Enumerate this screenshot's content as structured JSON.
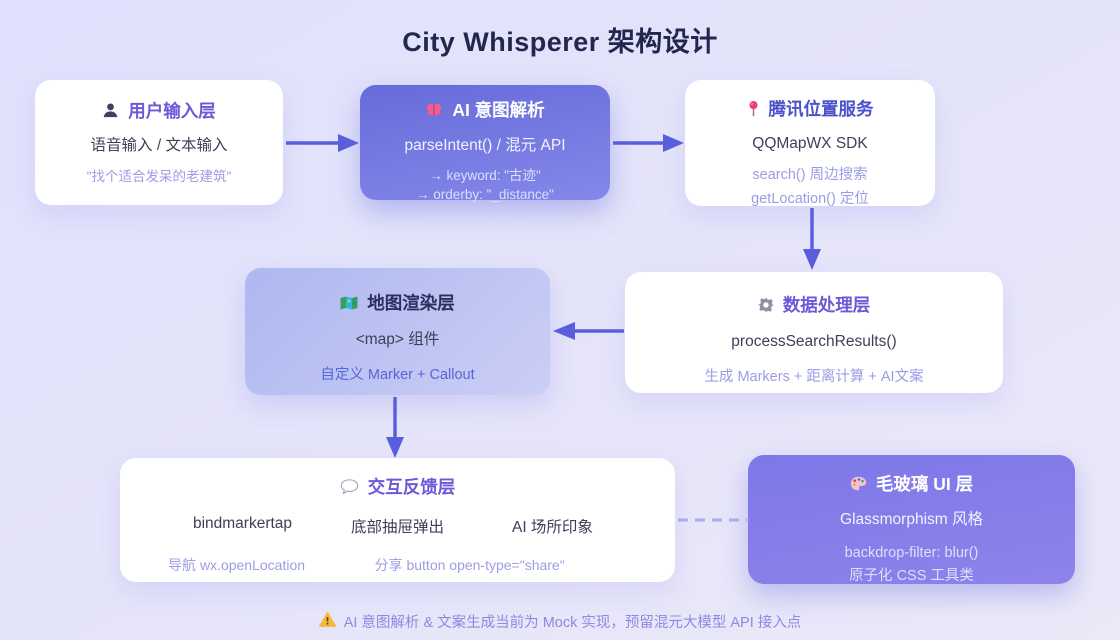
{
  "page": {
    "title": "City Whisperer 架构设计",
    "footer_note": "AI 意图解析 & 文案生成当前为 Mock 实现，预留混元大模型 API 接入点"
  },
  "colors": {
    "background_top": "#dfe1fc",
    "background_bottom": "#ebe9f8",
    "arrow": "#5a5ede",
    "dashed_connector": "#a9aeee",
    "purple_node_top": "#666bda",
    "purple_node_bottom": "#8488e9",
    "lavender_node": "#b9c1f1",
    "title_purple": "#6b59d9",
    "title_blue": "#4a4fcb",
    "title_navy": "#2b2f5e",
    "subtext_light_purple": "#9c9ce6"
  },
  "nodes": {
    "user_input": {
      "icon": "user-icon",
      "title": "用户输入层",
      "line1": "语音输入 / 文本输入",
      "line2": "\"找个适合发呆的老建筑\""
    },
    "ai_intent": {
      "icon": "brain-icon",
      "title": "AI 意图解析",
      "line1": "parseIntent() / 混元 API",
      "line2": "→ keyword: \"古迹\"",
      "line3": "→ orderby: \"_distance\""
    },
    "tencent_location": {
      "icon": "pin-icon",
      "title": "腾讯位置服务",
      "line1": "QQMapWX SDK",
      "line2": "search() 周边搜索",
      "line3": "getLocation() 定位"
    },
    "data_processing": {
      "icon": "gear-icon",
      "title": "数据处理层",
      "line1": "processSearchResults()",
      "line2": "生成 Markers + 距离计算 + AI文案"
    },
    "map_render": {
      "icon": "map-icon",
      "title": "地图渲染层",
      "line1": "<map> 组件",
      "line2": "自定义 Marker + Callout"
    },
    "interaction_feedback": {
      "icon": "speech-balloon-icon",
      "title": "交互反馈层",
      "row1": [
        "bindmarkertap",
        "底部抽屉弹出",
        "AI 场所印象"
      ],
      "row2": [
        "导航 wx.openLocation",
        "分享 button open-type=\"share\""
      ]
    },
    "glass_ui": {
      "icon": "palette-icon",
      "title": "毛玻璃 UI 层",
      "line1": "Glassmorphism 风格",
      "line2": "backdrop-filter: blur()",
      "line3": "原子化 CSS 工具类"
    }
  }
}
